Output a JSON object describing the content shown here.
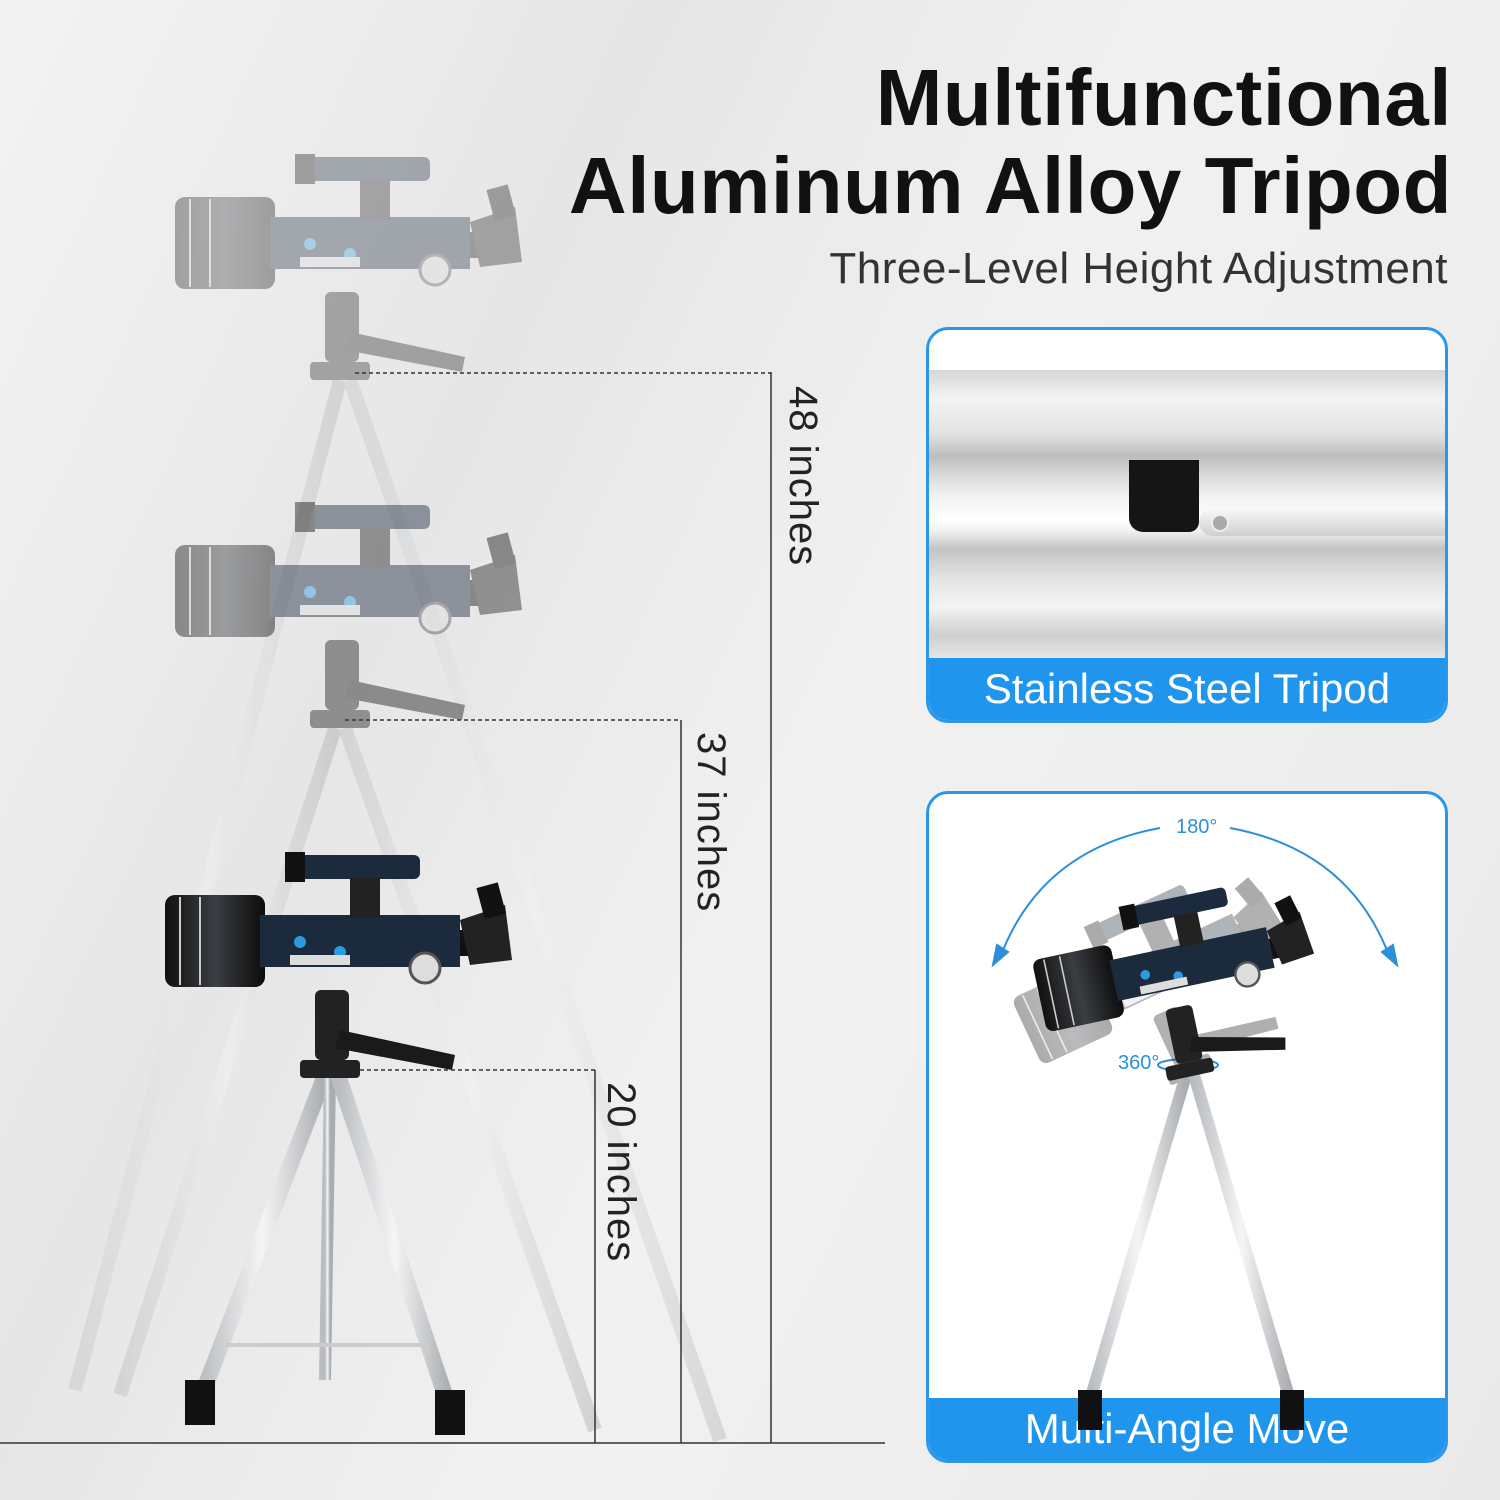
{
  "header": {
    "title_line1": "Multifunctional",
    "title_line2": "Aluminum Alloy Tripod",
    "subtitle": "Three-Level Height Adjustment"
  },
  "heights": [
    {
      "label": "48 inches"
    },
    {
      "label": "37 inches"
    },
    {
      "label": "20 inches"
    }
  ],
  "cards": [
    {
      "caption": "Stainless Steel Tripod"
    },
    {
      "caption": "Multi-Angle Move",
      "rotation_vertical": "180°",
      "rotation_horizontal": "360°"
    }
  ],
  "colors": {
    "accent": "#1f95ee",
    "border": "#2c97e8",
    "title": "#111111"
  }
}
